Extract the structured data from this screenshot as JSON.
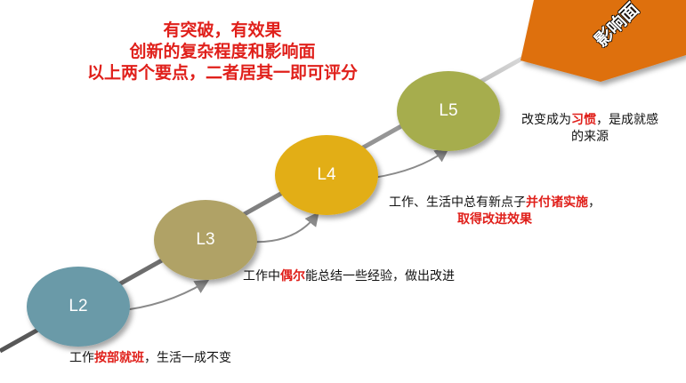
{
  "header": {
    "line1": "有突破，有效果",
    "line2": "创新的复杂程度和影响面",
    "line3": "以上两个要点，二者居其一即可评分"
  },
  "corner": {
    "label": "影响面",
    "color": "#de6f0a"
  },
  "levels": [
    {
      "label": "L2",
      "color": "#6a9aa8"
    },
    {
      "label": "L3",
      "color": "#b0a266"
    },
    {
      "label": "L4",
      "color": "#e2ae13"
    },
    {
      "label": "L5",
      "color": "#a6ad4d"
    }
  ],
  "descriptions": {
    "l2": {
      "pre": "工作",
      "hl": "按部就班",
      "post": "，生活一成不变"
    },
    "l3": {
      "pre": "工作中",
      "hl": "偶尔",
      "post": "能总结一些经验，做出改进"
    },
    "l4": {
      "line1_pre": "工作、生活中总有新点子",
      "line1_hl": "并付诸实施",
      "line1_post": "，",
      "line2_hl": "取得改进效果"
    },
    "l5": {
      "line1_pre": "改变成为",
      "line1_hl": "习惯",
      "line1_post": "，是成就感",
      "line2": "的来源"
    }
  }
}
